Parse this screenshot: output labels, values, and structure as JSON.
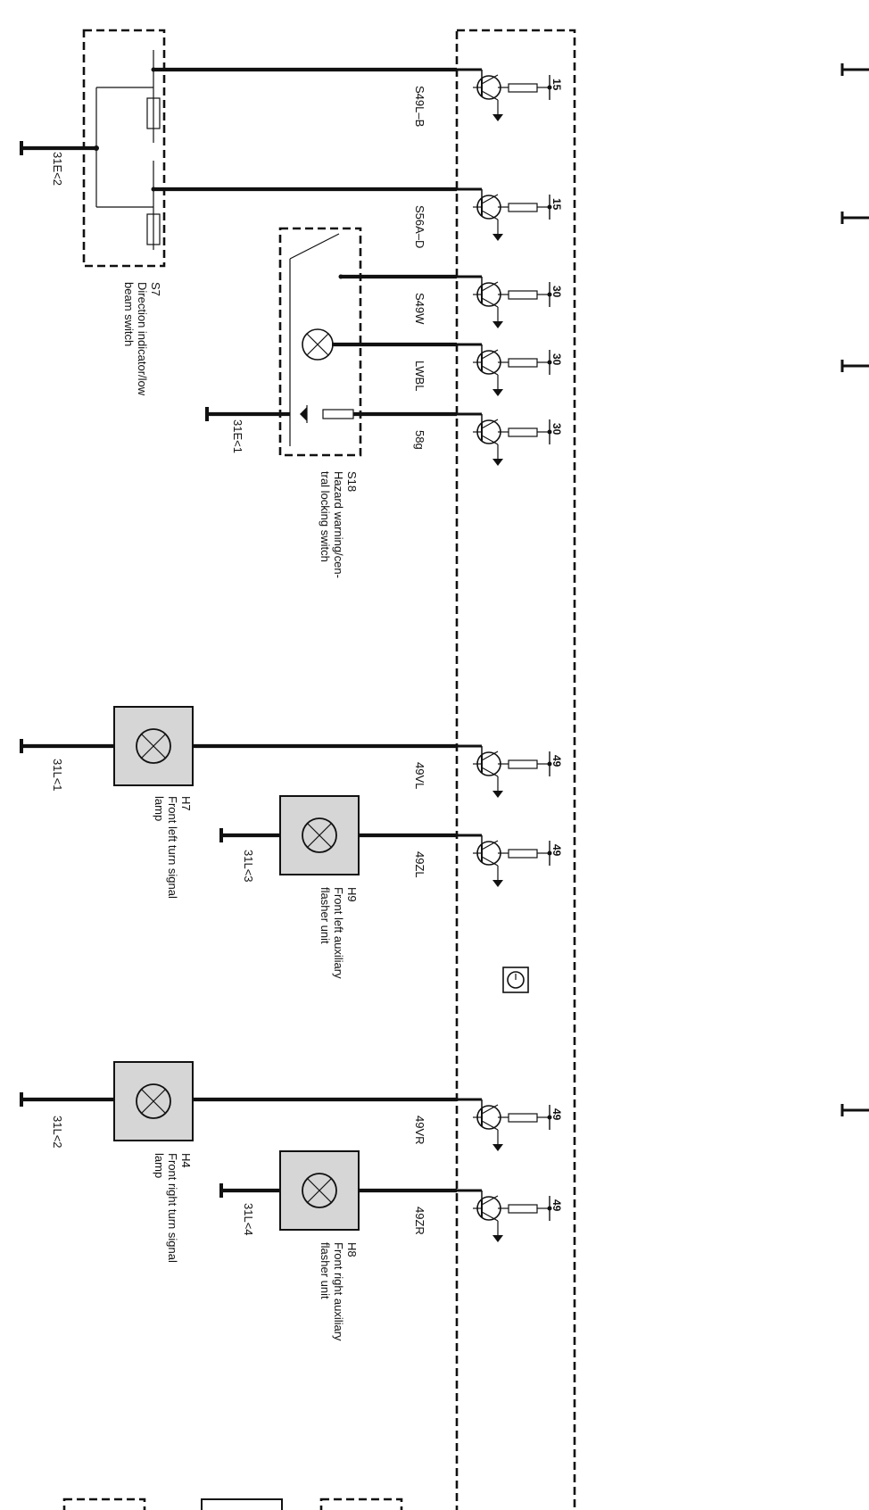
{
  "colors": {
    "ecu_fill": "#dcdcdc",
    "ink": "#111111",
    "lamp_fill": "#d6d6d6"
  },
  "connectors": {
    "s7": "31E<2",
    "s18": "31E<1",
    "h7": "31L<1",
    "h9": "31L<3",
    "h4": "31L<2",
    "h8": "31L<4"
  },
  "components": {
    "s7": {
      "id": "S7",
      "desc1": "Direction indicator/low",
      "desc2": "beam switch"
    },
    "s18": {
      "id": "S18",
      "desc1": "Hazard warning/cen-",
      "desc2": "tral locking switch"
    },
    "h7": {
      "id": "H7",
      "desc1": "Front left turn signal",
      "desc2": "lamp"
    },
    "h9": {
      "id": "H9",
      "desc1": "Front left auxiliary",
      "desc2": "flasher unit"
    },
    "h4": {
      "id": "H4",
      "desc1": "Front right turn signal",
      "desc2": "lamp"
    },
    "h8": {
      "id": "H8",
      "desc1": "Front right auxiliary",
      "desc2": "flasher unit"
    }
  },
  "signals": [
    {
      "name": "S49L–B",
      "pin": "15"
    },
    {
      "name": "S56A–D",
      "pin": "15"
    },
    {
      "name": "S49W",
      "pin": "30"
    },
    {
      "name": "LWBL",
      "pin": "30"
    },
    {
      "name": "58g",
      "pin": "30"
    },
    {
      "name": "49VL",
      "pin": "49"
    },
    {
      "name": "49ZL",
      "pin": "49"
    },
    {
      "name": "49VR",
      "pin": "49"
    },
    {
      "name": "49ZR",
      "pin": "49"
    }
  ]
}
